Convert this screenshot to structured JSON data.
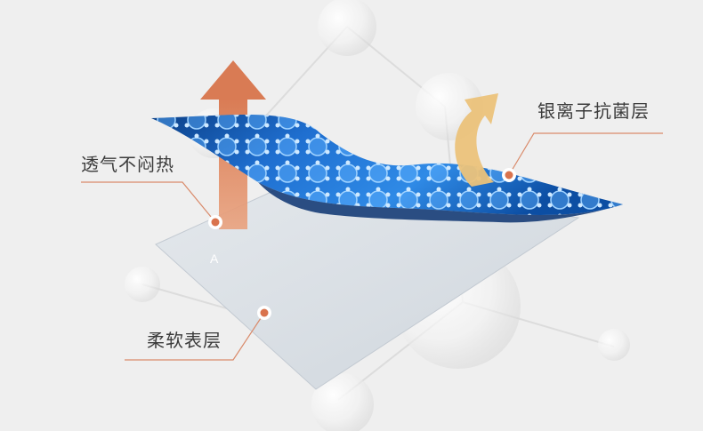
{
  "labels": {
    "breathable": "透气不闷热",
    "antibacterial": "银离子抗菌层",
    "soft_surface": "柔软表层",
    "marker_a": "A"
  },
  "colors": {
    "background": "#efefef",
    "soft_layer": "#d7dde3",
    "blue_dark": "#0b3f86",
    "blue_light": "#2f8ae6",
    "arrow_up": "#d97b54",
    "arrow_curve": "#ebc27a",
    "leader_line": "#d98a6a",
    "marker_dot": "#d9734d"
  }
}
